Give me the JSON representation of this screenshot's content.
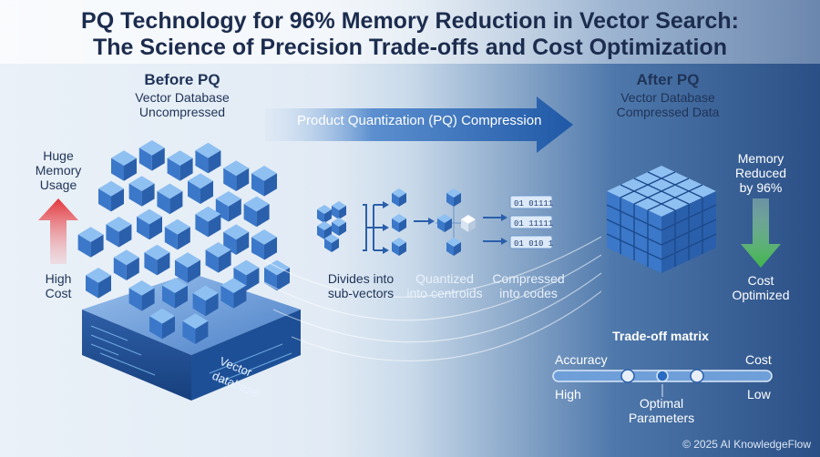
{
  "title": {
    "line1": "PQ Technology for 96% Memory Reduction in Vector Search:",
    "line2": "The Science of Precision Trade-offs and Cost Optimization"
  },
  "before": {
    "header": "Before PQ",
    "sub1": "Vector Database",
    "sub2": "Uncompressed",
    "memory_label": [
      "Huge",
      "Memory",
      "Usage"
    ],
    "cost_label": [
      "High",
      "Cost"
    ],
    "base_label": [
      "Vector",
      "database"
    ]
  },
  "after": {
    "header": "After PQ",
    "sub1": "Vector Database",
    "sub2": "Compressed Data",
    "memory_label": [
      "Memory",
      "Reduced",
      "by 96%"
    ],
    "cost_label": [
      "Cost",
      "Optimized"
    ]
  },
  "compression_arrow": "Product Quantization (PQ) Compression",
  "steps": [
    {
      "line1": "Divides into",
      "line2": "sub-vectors"
    },
    {
      "line1": "Quantized",
      "line2": "into centroids"
    },
    {
      "line1": "Compressed",
      "line2": "into codes"
    }
  ],
  "codes": [
    "01 01111",
    "01 11111",
    "01 010 1"
  ],
  "tradeoff": {
    "title": "Trade-off matrix",
    "left_top": "Accuracy",
    "left_bottom": "High",
    "right_top": "Cost",
    "right_bottom": "Low",
    "center": [
      "Optimal",
      "Parameters"
    ]
  },
  "credit": "© 2025 AI KnowledgeFlow",
  "colors": {
    "accent_blue": "#2e6bc4",
    "arrow_red": "#e3343a",
    "arrow_green": "#3fb54a"
  }
}
